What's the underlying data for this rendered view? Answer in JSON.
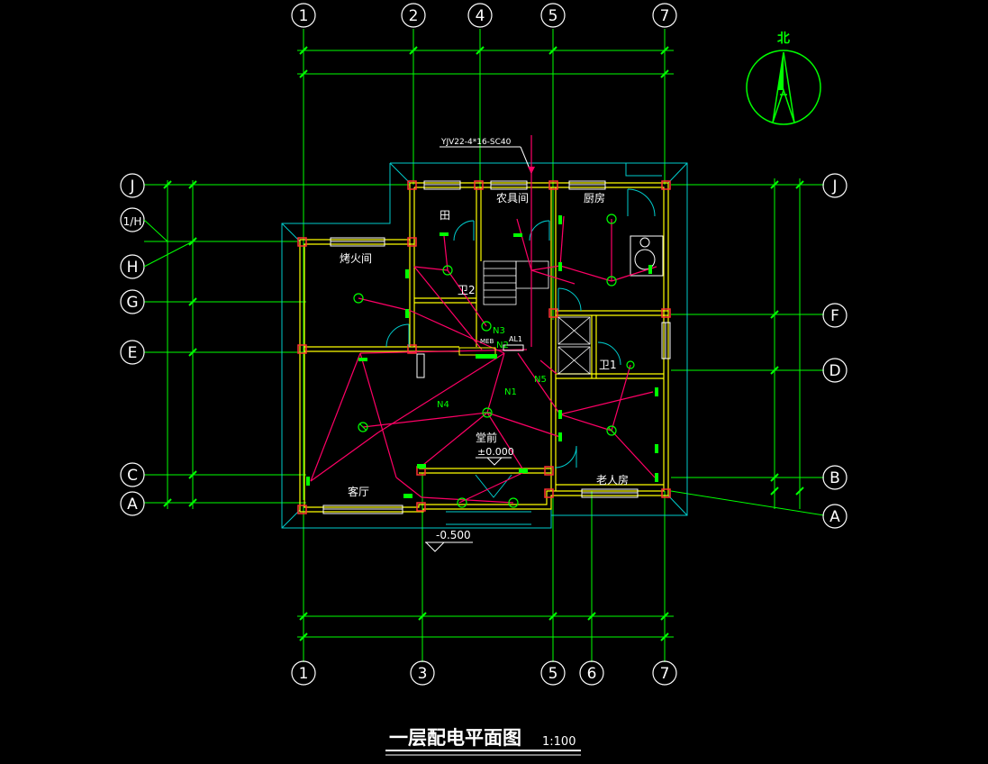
{
  "drawing": {
    "title": "一层配电平面图",
    "scale": "1:100",
    "north_label": "北",
    "cable_spec": "YJV22-4*16-SC40",
    "colors": {
      "background": "#000000",
      "axis": "#00ff00",
      "wall": "#ffff00",
      "circuit": "#ff0066",
      "outline": "#00cccc",
      "white": "#ffffff"
    }
  },
  "axes": {
    "top": [
      "1",
      "2",
      "4",
      "5",
      "7"
    ],
    "bottom": [
      "1",
      "3",
      "5",
      "6",
      "7"
    ],
    "left": [
      "J",
      "1/H",
      "H",
      "G",
      "E",
      "C",
      "A"
    ],
    "right": [
      "J",
      "F",
      "D",
      "B",
      "A"
    ]
  },
  "rooms": {
    "baking": "烤火间",
    "storage": "农具间",
    "kitchen": "厨房",
    "wc1": "卫2",
    "wc2": "卫1",
    "hall": "堂前",
    "living": "客厅",
    "elder": "老人房",
    "field": "田"
  },
  "levels": {
    "floor": "±0.000",
    "outside": "-0.500"
  },
  "circuits": {
    "n1": "N1",
    "n2": "N2",
    "n3": "N3",
    "n4": "N4",
    "n5": "N5",
    "panel_meb": "MEB",
    "panel_al": "AL1"
  }
}
